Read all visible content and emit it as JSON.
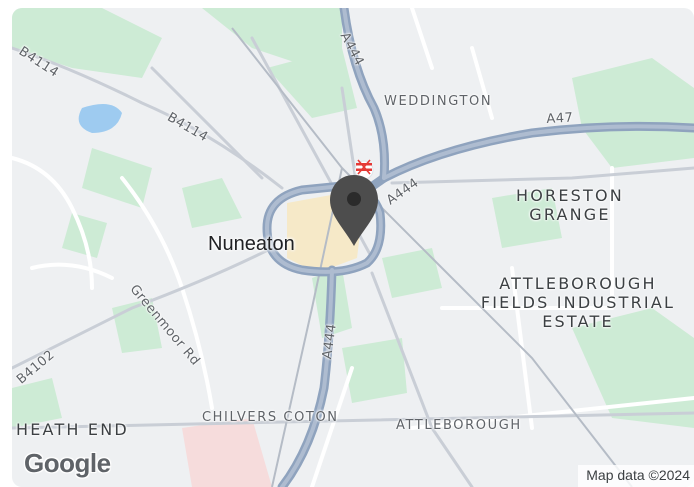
{
  "map": {
    "town": "Nuneaton",
    "districts": [
      "WEDDINGTON",
      "HORESTON\nGRANGE",
      "ATTLEBOROUGH\nFIELDS INDUSTRIAL\nESTATE",
      "HEATH END",
      "CHILVERS COTON",
      "ATTLEBOROUGH"
    ],
    "roads": [
      "B4114",
      "B4114",
      "A444",
      "A444",
      "A444",
      "A47",
      "B4102",
      "Greenmoor Rd"
    ],
    "attribution": "Map data ©2024",
    "logo": "Google",
    "colors": {
      "land": "#eef0f2",
      "park": "#cdebd5",
      "water": "#9ecbf0",
      "major_road": "#7f96b4",
      "pin": "#4d4d4d"
    }
  }
}
